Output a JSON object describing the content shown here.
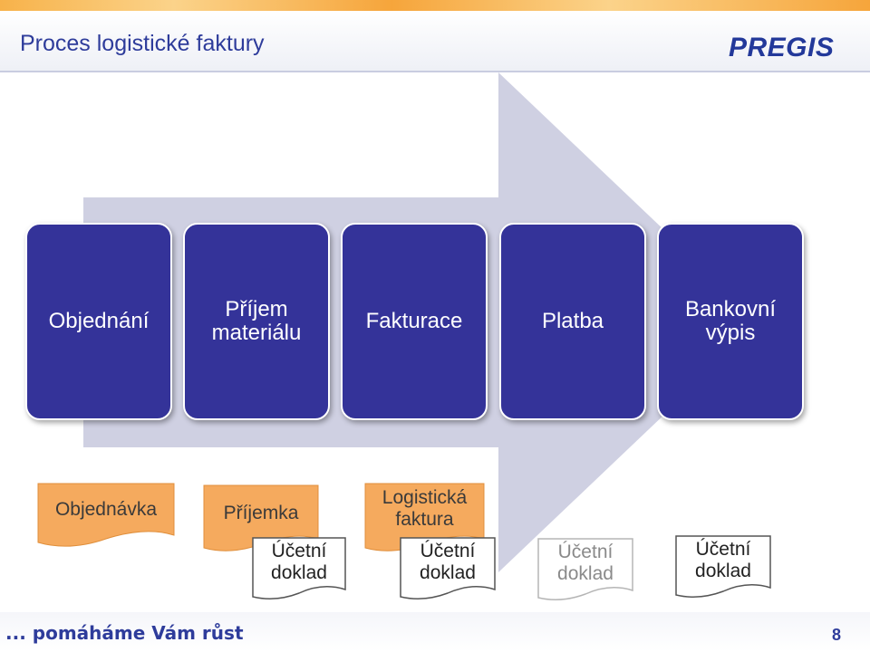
{
  "header": {
    "title": "Proces logistické faktury",
    "logo": "PREGIS"
  },
  "process_steps": [
    {
      "label": "Objednání"
    },
    {
      "label": "Příjem\nmateriálu"
    },
    {
      "label": "Fakturace"
    },
    {
      "label": "Platba"
    },
    {
      "label": "Bankovní\nvýpis"
    }
  ],
  "documents": {
    "order": "Objednávka",
    "receipt": "Příjemka",
    "logistic_invoice": "Logistická\nfaktura",
    "accounting_doc_1": "Účetní\ndoklad",
    "accounting_doc_2": "Účetní\ndoklad",
    "accounting_doc_3": "Účetní\ndoklad",
    "accounting_doc_4": "Účetní\ndoklad"
  },
  "footer": {
    "slogan": "... pomáháme Vám růst",
    "page_number": "8"
  },
  "colors": {
    "box_fill": "#343399",
    "arrow_fill": "#cfd0e2",
    "doc_orange": "#f5aa5e",
    "title_blue": "#2e3c9b"
  }
}
